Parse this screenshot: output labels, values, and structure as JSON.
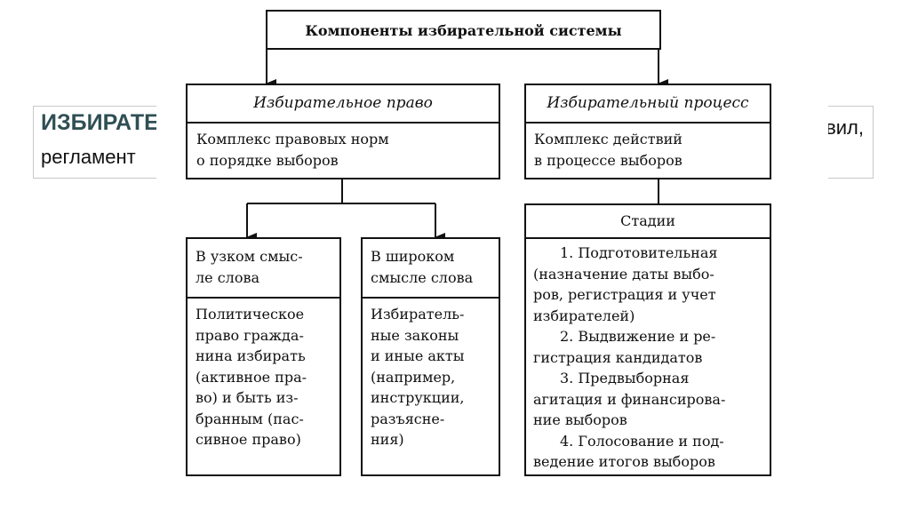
{
  "background": {
    "title": "ИЗБИРАТЕ",
    "subtitle": "регламент",
    "right_text": "вил,"
  },
  "diagram": {
    "root": "Компоненты избирательной системы",
    "left": {
      "title": "Избирательное право",
      "body": "Комплекс правовых норм\nо порядке выборов"
    },
    "right": {
      "title": "Избирательный процесс",
      "body": "Комплекс действий\nв процессе выборов"
    },
    "narrow": {
      "title": "В узком смыс-\nле слова",
      "body": "Политическое\nправо гражда-\nнина избирать\n(активное пра-\nво) и быть из-\nбранным (пас-\nсивное право)"
    },
    "broad": {
      "title": "В широком\nсмысле слова",
      "body": "Избиратель-\nные законы\nи иные акты\n(например,\nинструкции,\nразъясне-\nния)"
    },
    "stages": {
      "title": "Стадии",
      "items": [
        "1. Подготовительная",
        "(назначение даты выбо-",
        "ров, регистрация и учет",
        "избирателей)",
        "2. Выдвижение и ре-",
        "гистрация кандидатов",
        "3. Предвыборная",
        "агитация и финансирова-",
        "ние выборов",
        "4. Голосование и под-",
        "ведение итогов выборов"
      ]
    }
  }
}
